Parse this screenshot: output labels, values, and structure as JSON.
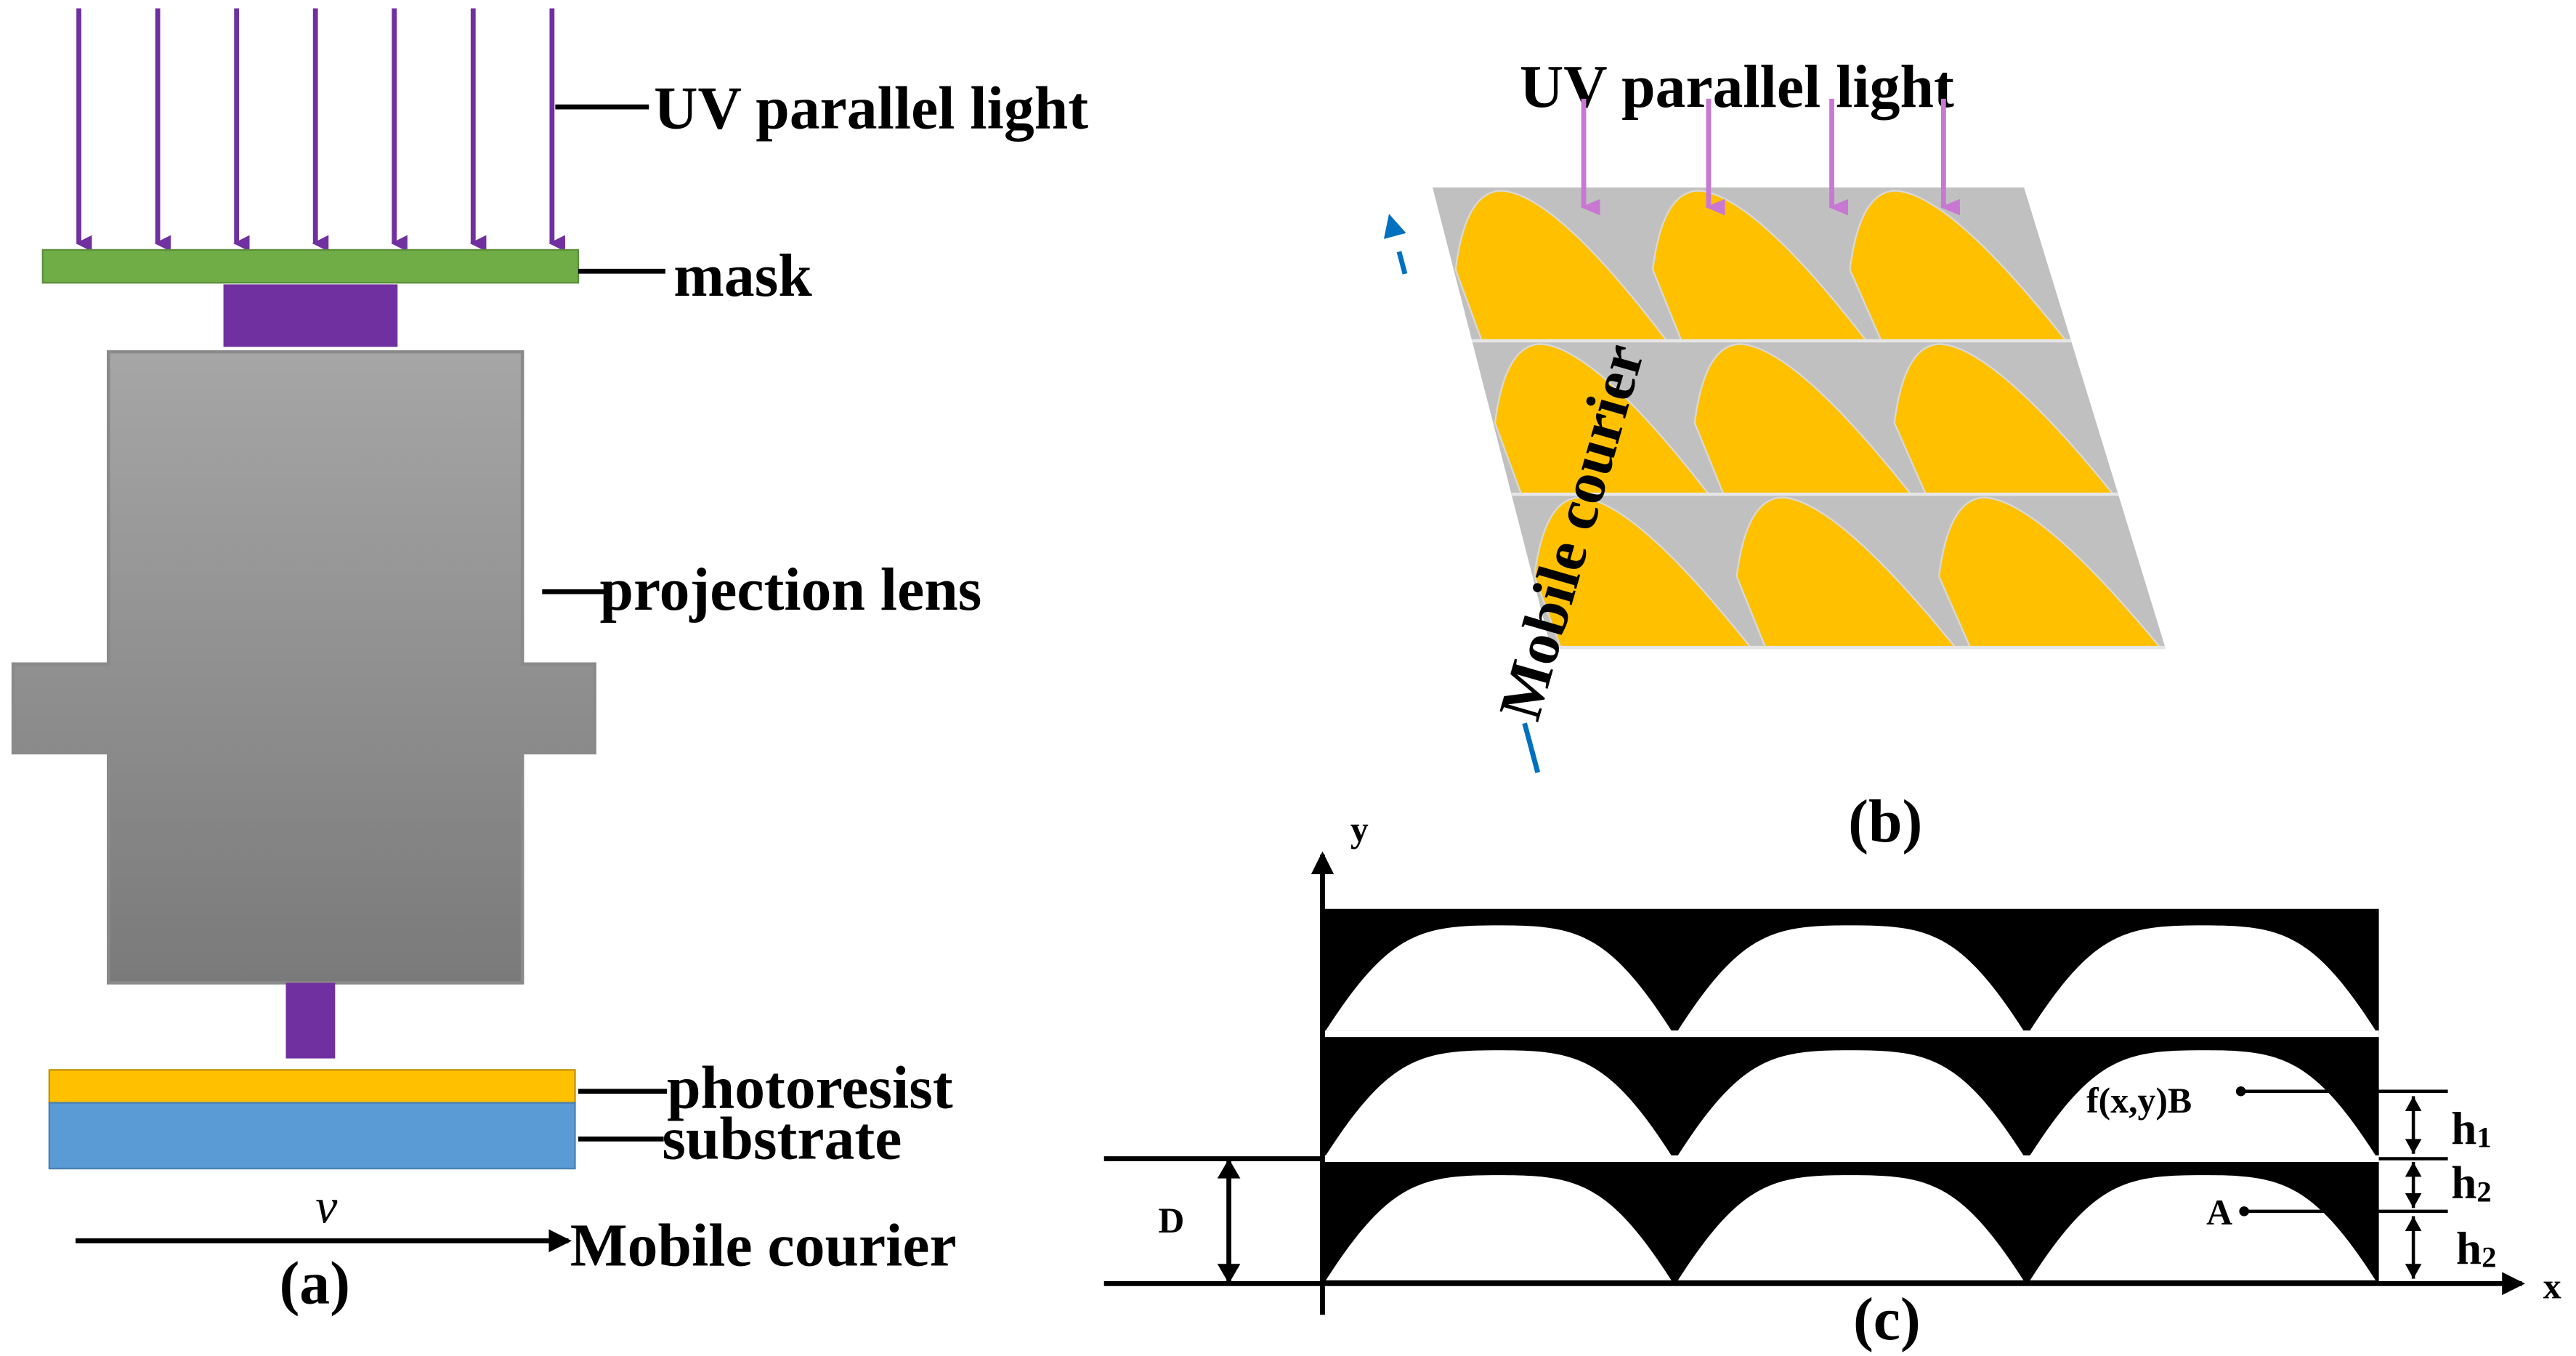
{
  "colors": {
    "uv_arrow_a": "#7030a0",
    "uv_arrow_b": "#c878d2",
    "mask": "#70ad47",
    "lens": "#8c8c8c",
    "lens_holder": "#7030a0",
    "photoresist": "#ffc000",
    "substrate": "#5b9bd5",
    "gray_plate": "#c0c0c0",
    "mobile_arrow": "#0070c0",
    "lens_shape": "#ffc000",
    "profile": "#000000"
  },
  "panel_a": {
    "uv_label": "UV parallel light",
    "mask_label": "mask",
    "lens_label": "projection lens",
    "photoresist_label": "photoresist",
    "substrate_label": "substrate",
    "velocity_label": "v",
    "direction_label": "Mobile courier",
    "caption": "(a)"
  },
  "panel_b": {
    "uv_label": "UV parallel light",
    "direction_label": "Mobile courier",
    "caption": "(b)"
  },
  "panel_c": {
    "y_axis_label": "y",
    "x_axis_label": "x",
    "point_b_label": "f(x,y)B",
    "point_a_label": "A",
    "d_label": "D",
    "h1_label": "h",
    "h1_sub": "1",
    "h2_label": "h",
    "h2_sub": "2",
    "h2b_label": "h",
    "h2b_sub": "2",
    "caption": "(c)"
  }
}
